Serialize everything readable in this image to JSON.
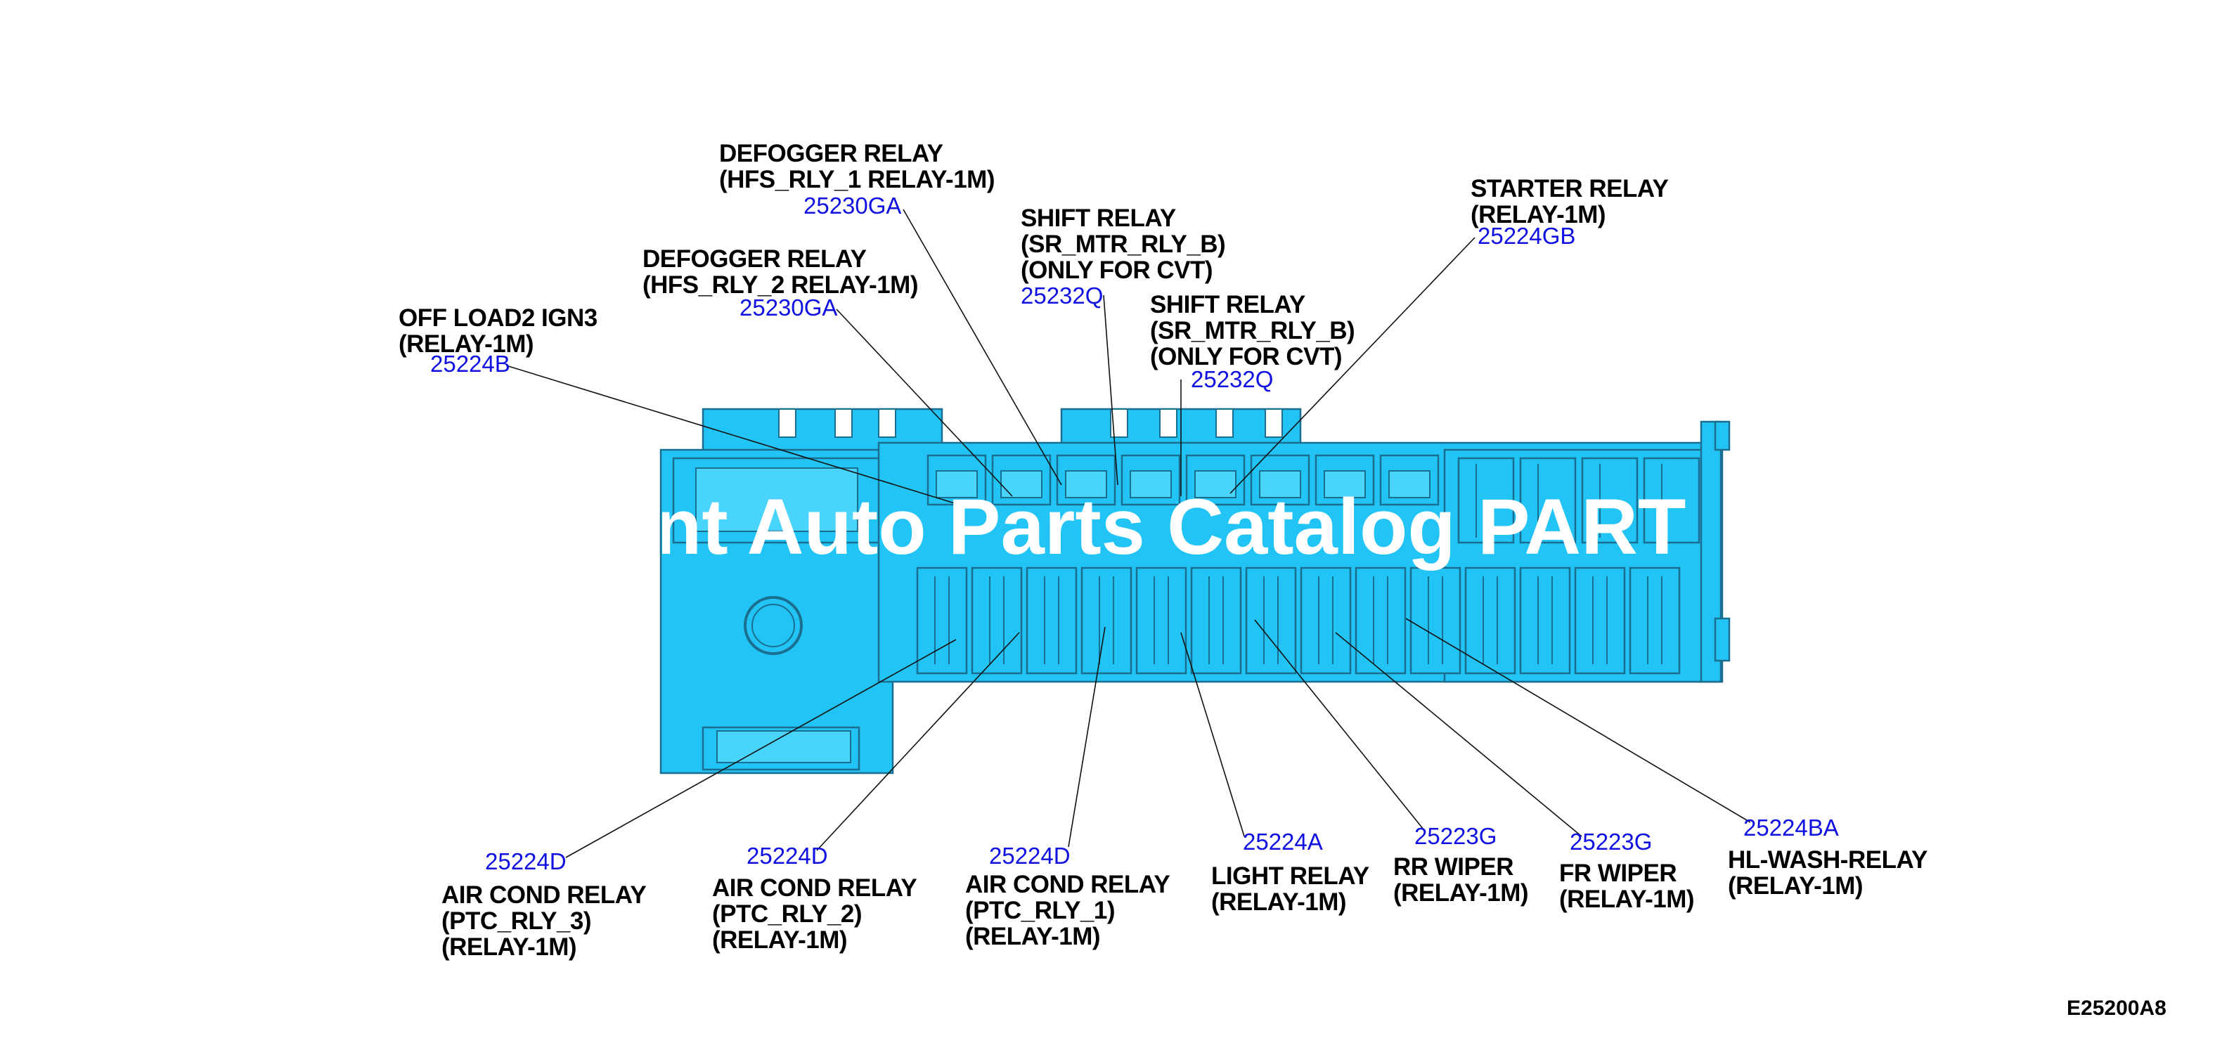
{
  "colors": {
    "housing": "#22c4f6",
    "outline": "#1a6f90",
    "label": "#000000",
    "part_number": "#1010e0"
  },
  "watermark": "nt Auto Parts Catalog PART",
  "reference": "E25200A8",
  "top_callouts": [
    {
      "id": "c1",
      "label": "DEFOGGER RELAY\n(HFS_RLY_1 RELAY-1M)",
      "part": "25230GA"
    },
    {
      "id": "c2",
      "label": "SHIFT RELAY\n(SR_MTR_RLY_B)\n(ONLY FOR CVT)",
      "part": "25232Q"
    },
    {
      "id": "c3",
      "label": "STARTER RELAY\n(RELAY-1M)",
      "part": "25224GB"
    },
    {
      "id": "c4",
      "label": "DEFOGGER RELAY\n(HFS_RLY_2 RELAY-1M)",
      "part": "25230GA"
    },
    {
      "id": "c5",
      "label": "SHIFT RELAY\n(SR_MTR_RLY_B)\n(ONLY FOR CVT)",
      "part": "25232Q"
    },
    {
      "id": "c6",
      "label": "OFF LOAD2 IGN3\n(RELAY-1M)",
      "part": "25224B"
    }
  ],
  "bottom_callouts": [
    {
      "id": "b1",
      "part": "25224D",
      "label": "AIR COND RELAY\n(PTC_RLY_3)\n(RELAY-1M)"
    },
    {
      "id": "b2",
      "part": "25224D",
      "label": "AIR COND RELAY\n(PTC_RLY_2)\n(RELAY-1M)"
    },
    {
      "id": "b3",
      "part": "25224D",
      "label": "AIR COND RELAY\n(PTC_RLY_1)\n(RELAY-1M)"
    },
    {
      "id": "b4",
      "part": "25224A",
      "label": "LIGHT RELAY\n(RELAY-1M)"
    },
    {
      "id": "b5",
      "part": "25223G",
      "label": "RR WIPER\n(RELAY-1M)"
    },
    {
      "id": "b6",
      "part": "25223G",
      "label": "FR WIPER\n(RELAY-1M)"
    },
    {
      "id": "b7",
      "part": "25224BA",
      "label": "HL-WASH-RELAY\n(RELAY-1M)"
    }
  ]
}
